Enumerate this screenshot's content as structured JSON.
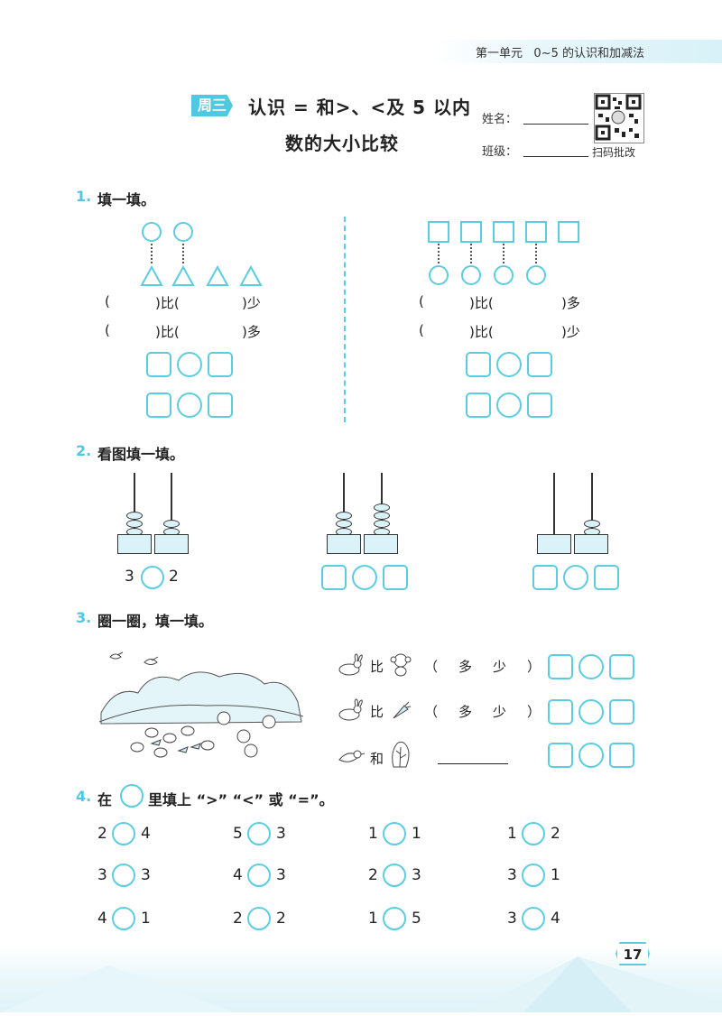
{
  "header": {
    "unit": "第一单元",
    "topic": "0~5 的认识和加减法"
  },
  "lesson": {
    "day_tag": "周三",
    "title_line1": "认识 = 和>、<及 5 以内",
    "title_line2": "数的大小比较"
  },
  "form": {
    "name_label": "姓名：",
    "class_label": "班级：",
    "qr_caption": "扫码批改"
  },
  "sections": [
    {
      "num": "1.",
      "title": "填一填。"
    },
    {
      "num": "2.",
      "title": "看图填一填。"
    },
    {
      "num": "3.",
      "title": "圈一圈，填一填。"
    },
    {
      "num": "4.",
      "title_pre": "在",
      "title_post": "里填上 “>” “<” 或 “=”。"
    }
  ],
  "q1": {
    "left": {
      "row1": [
        "(",
        ")比(",
        ")少"
      ],
      "row2": [
        "(",
        ")比(",
        ")多"
      ]
    },
    "right": {
      "row1": [
        "(",
        ")比(",
        ")多"
      ],
      "row2": [
        "(",
        ")比(",
        ")少"
      ]
    }
  },
  "q2": {
    "first_left": "3",
    "first_right": "2"
  },
  "q3": {
    "rows": [
      {
        "conn": "比",
        "choice": "（　多　少　）"
      },
      {
        "conn": "比",
        "choice": "（　多　少　）"
      },
      {
        "conn": "和",
        "choice": ""
      }
    ]
  },
  "q4": {
    "grid": [
      [
        [
          "2",
          "4"
        ],
        [
          "5",
          "3"
        ],
        [
          "1",
          "1"
        ],
        [
          "1",
          "2"
        ]
      ],
      [
        [
          "3",
          "3"
        ],
        [
          "4",
          "3"
        ],
        [
          "2",
          "3"
        ],
        [
          "3",
          "1"
        ]
      ],
      [
        [
          "4",
          "1"
        ],
        [
          "2",
          "2"
        ],
        [
          "1",
          "5"
        ],
        [
          "3",
          "4"
        ]
      ]
    ]
  },
  "page_number": "17",
  "colors": {
    "accent": "#4fc8e0",
    "light": "#d9f3f8"
  }
}
